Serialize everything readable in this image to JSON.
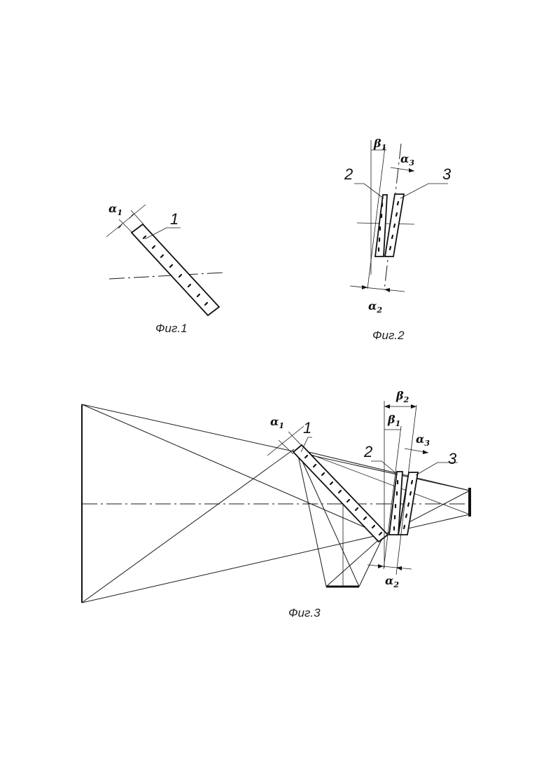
{
  "figures": [
    {
      "caption": "Фиг.1",
      "labels": {
        "element_1": "1",
        "alpha1": "α",
        "alpha1_sub": "1"
      }
    },
    {
      "caption": "Фиг.2",
      "labels": {
        "element_2": "2",
        "element_3": "3",
        "beta1": "β",
        "beta1_sub": "1",
        "alpha3": "α",
        "alpha3_sub": "3",
        "alpha2": "α",
        "alpha2_sub": "2"
      }
    },
    {
      "caption": "Фиг.3",
      "labels": {
        "element_1": "1",
        "element_2": "2",
        "element_3": "3",
        "alpha1": "α",
        "alpha1_sub": "1",
        "beta1": "β",
        "beta1_sub": "1",
        "beta2": "β",
        "beta2_sub": "2",
        "alpha3": "α",
        "alpha3_sub": "3",
        "alpha2": "α",
        "alpha2_sub": "2"
      }
    }
  ]
}
